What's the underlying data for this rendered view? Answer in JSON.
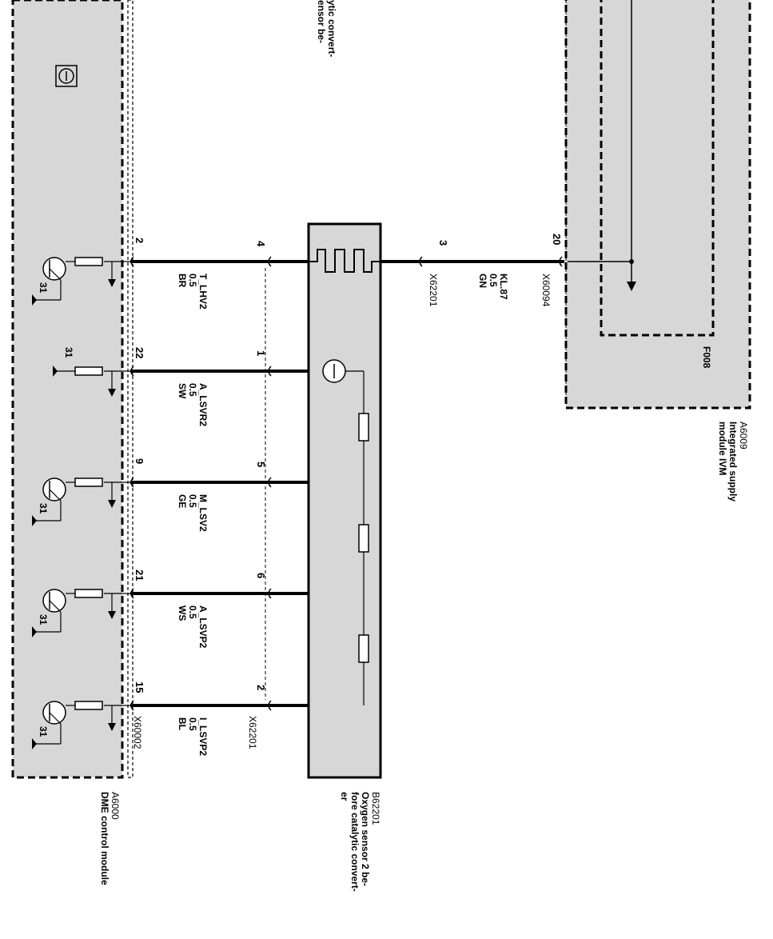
{
  "diagram": {
    "top_caption": [
      "ensor be-",
      "ytic convert-"
    ],
    "modules": {
      "a6000": {
        "id": "A6000",
        "name": "DME control module",
        "connector": "X60002"
      },
      "b62201": {
        "id": "B62201",
        "name_lines": [
          "Oxygen sensor 2 be-",
          "fore catalytic convert-",
          "er"
        ],
        "connector": "X62201"
      },
      "a6009": {
        "id": "A6009",
        "name_lines": [
          "Integrated supply",
          "module IVM"
        ],
        "fuse": "F008",
        "connector": "X60094"
      }
    },
    "ground_label": "31",
    "wires": [
      {
        "dme_pin": "2",
        "sensor_pin": "4",
        "signal": "T_LHV2",
        "size": "0.5",
        "color": "BR"
      },
      {
        "dme_pin": "22",
        "sensor_pin": "1",
        "signal": "A_LSVR2",
        "size": "0.5",
        "color": "SW"
      },
      {
        "dme_pin": "9",
        "sensor_pin": "5",
        "signal": "M_LSV2",
        "size": "0.5",
        "color": "GE"
      },
      {
        "dme_pin": "21",
        "sensor_pin": "6",
        "signal": "A_LSVP2",
        "size": "0.5",
        "color": "WS"
      },
      {
        "dme_pin": "15",
        "sensor_pin": "2",
        "signal": "I_LSVP2",
        "size": "0.5",
        "color": "BL"
      }
    ],
    "supply_wire": {
      "sensor_pin": "3",
      "ivm_pin": "20",
      "signal": "KL.87",
      "size": "0.5",
      "color": "GN"
    }
  }
}
